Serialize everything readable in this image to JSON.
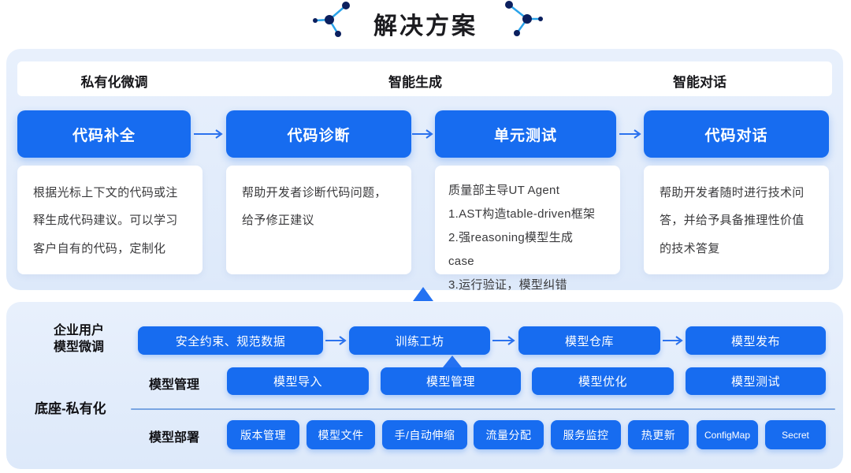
{
  "page": {
    "title": "解决方案"
  },
  "colors": {
    "box_blue": "#176cf0",
    "panel_blue": "#dde9fa",
    "arrow_blue": "#2b72ee",
    "node_navy": "#0b1f5e",
    "edge_cyan": "#2aa3ea",
    "divider_blue": "#79a5e2"
  },
  "solution_flow": {
    "group_headers": [
      {
        "label": "私有化微调"
      },
      {
        "label": "智能生成"
      },
      {
        "label": "智能对话"
      }
    ],
    "steps": [
      {
        "title": "代码补全",
        "desc": "根据光标上下文的代码或注释生成代码建议。可以学习客户自有的代码，定制化"
      },
      {
        "title": "代码诊断",
        "desc": "帮助开发者诊断代码问题，给予修正建议"
      },
      {
        "title": "单元测试",
        "desc": "质量部主导UT Agent\n1.AST构造table-driven框架\n2.强reasoning模型生成case\n3.运行验证，模型纠错"
      },
      {
        "title": "代码对话",
        "desc": "帮助开发者随时进行技术问答，并给予具备推理性价值的技术答复"
      }
    ]
  },
  "platform": {
    "finetune_label": "企业用户\n模型微调",
    "pipeline": [
      "安全约束、规范数据",
      "训练工坊",
      "模型仓库",
      "模型发布"
    ],
    "management_label": "模型管理",
    "management": [
      "模型导入",
      "模型管理",
      "模型优化",
      "模型测试"
    ],
    "base_label": "底座-私有化",
    "deployment_label": "模型部署",
    "deployment": [
      "版本管理",
      "模型文件",
      "手/自动伸缩",
      "流量分配",
      "服务监控",
      "热更新",
      "ConfigMap",
      "Secret"
    ]
  }
}
